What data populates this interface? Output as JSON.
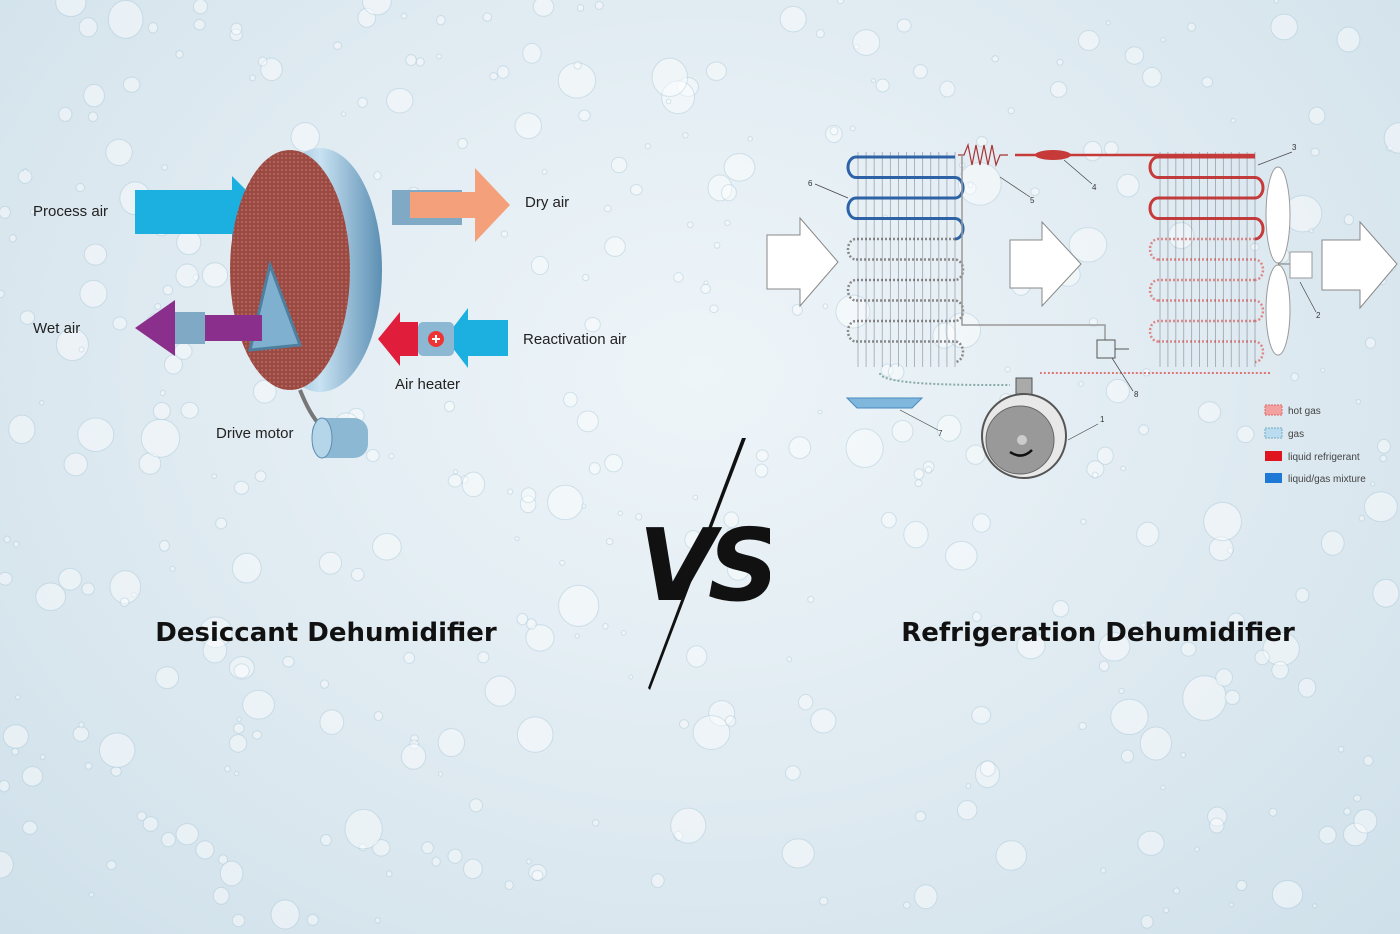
{
  "desiccant": {
    "title": "Desiccant Dehumidifier",
    "labels": {
      "process_air": "Process air",
      "dry_air": "Dry air",
      "wet_air": "Wet air",
      "reactivation_air": "Reactivation air",
      "air_heater": "Air heater",
      "drive_motor": "Drive motor"
    }
  },
  "vs_text": "VS",
  "refrigeration": {
    "title": "Refrigeration Dehumidifier",
    "numbers": [
      "1",
      "2",
      "3",
      "4",
      "5",
      "6",
      "7",
      "8"
    ],
    "legend": [
      {
        "label": "hot gas",
        "color": "#e07070"
      },
      {
        "label": "gas",
        "color": "#7fb8dc"
      },
      {
        "label": "liquid refrigerant",
        "color": "#e0141e"
      },
      {
        "label": "liquid/gas mixture",
        "color": "#1e78d6"
      }
    ]
  }
}
